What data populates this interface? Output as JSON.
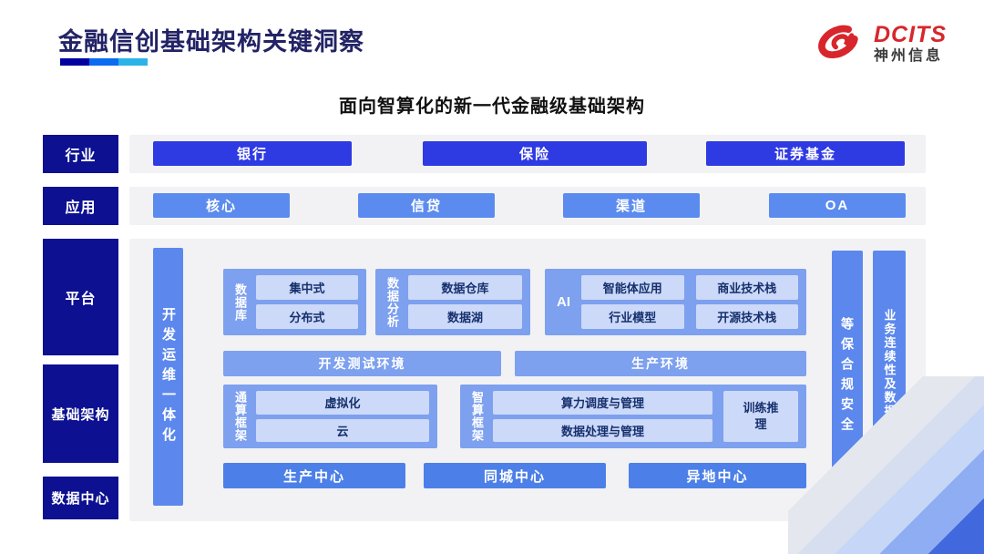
{
  "header": {
    "title": "金融信创基础架构关键洞察",
    "subtitle": "面向智算化的新一代金融级基础架构"
  },
  "logo": {
    "brand": "DCITS",
    "company": "神州信息"
  },
  "sidebar": {
    "industry": "行业",
    "application": "应用",
    "platform": "平台",
    "infrastructure": "基础架构",
    "datacenter": "数据中心"
  },
  "industry_row": {
    "items": [
      "银行",
      "保险",
      "证券基金"
    ]
  },
  "application_row": {
    "items": [
      "核心",
      "信贷",
      "渠道",
      "OA"
    ]
  },
  "arch": {
    "devops_bar": "开发运维一体化",
    "groups": [
      {
        "name": "数据库",
        "items": [
          "集中式",
          "分布式"
        ]
      },
      {
        "name": "数据分析",
        "items": [
          "数据仓库",
          "数据湖"
        ]
      },
      {
        "name": "AI",
        "items": [
          "智能体应用",
          "商业技术栈",
          "行业模型",
          "开源技术栈"
        ]
      }
    ],
    "environments": [
      "开发测试环境",
      "生产环境"
    ],
    "frameworks": [
      {
        "name": "通算框架",
        "items": [
          "虚拟化",
          "云"
        ]
      },
      {
        "name": "智算框架",
        "items": [
          "算力调度与管理",
          "数据处理与管理"
        ],
        "side": "训练推理"
      }
    ],
    "centers": [
      "生产中心",
      "同城中心",
      "异地中心"
    ],
    "security_bar": "等保合规安全",
    "continuity_bar": "业务连续性及数据保护"
  },
  "colors": {
    "title_navy": "#232366",
    "sidebar_navy": "#0d1191",
    "industry_blue": "#2e3ae2",
    "application_blue": "#5b8bee",
    "group_blue": "#7da0ef",
    "inner_light_blue": "#ccd9f8",
    "inner_text_navy": "#16306e",
    "vertical_bar_blue": "#5c88ee",
    "center_blue": "#4c80e8",
    "panel_gray": "#f2f2f4",
    "logo_red": "#d7262c",
    "underline_segments": [
      "#0000a0",
      "#0a6cf0",
      "#2cb3e8"
    ]
  }
}
